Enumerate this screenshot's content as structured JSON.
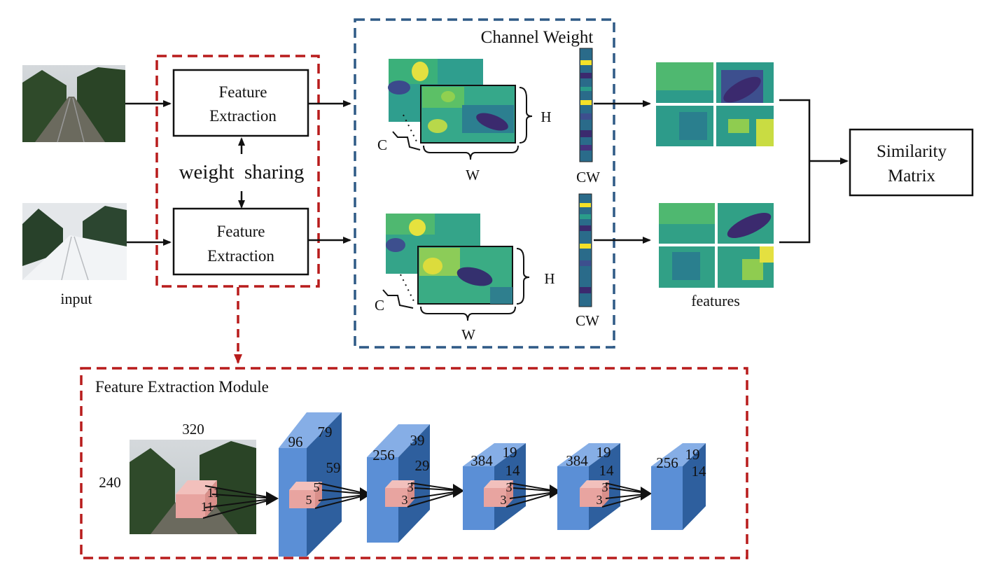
{
  "pipeline": {
    "input_label": "input",
    "feature_extraction_top": [
      "Feature",
      "Extraction"
    ],
    "feature_extraction_bottom": [
      "Feature",
      "Extraction"
    ],
    "weight_sharing": "weight  sharing",
    "channel_weight_title": "Channel Weight",
    "dim_h": "H",
    "dim_w": "W",
    "dim_c": "C",
    "cw_label": "CW",
    "features_label": "features",
    "similarity_matrix": [
      "Similarity",
      "Matrix"
    ]
  },
  "module": {
    "title": "Feature Extraction Module",
    "input_width": "320",
    "input_height": "240",
    "kernel_1": [
      "11",
      "11"
    ],
    "layer_1": {
      "channels": "96",
      "depth": "79",
      "width": "59"
    },
    "kernel_2": [
      "5",
      "5"
    ],
    "layer_2": {
      "channels": "256",
      "depth": "39",
      "width": "29"
    },
    "kernel_3": [
      "3",
      "3"
    ],
    "layer_3": {
      "channels": "384",
      "depth": "19",
      "width": "14"
    },
    "kernel_4": [
      "3",
      "3"
    ],
    "layer_4": {
      "channels": "384",
      "depth": "19",
      "width": "14"
    },
    "kernel_5": [
      "3",
      "3"
    ],
    "layer_5": {
      "channels": "256",
      "depth": "19",
      "width": "14"
    }
  },
  "colors": {
    "red_dashed": "#b81c1c",
    "blue_dashed": "#2f5a86",
    "layer_front": "#5b8fd6",
    "layer_side": "#2e5f9e",
    "layer_top": "#86aee6",
    "kernel": "#e8a4a0"
  }
}
